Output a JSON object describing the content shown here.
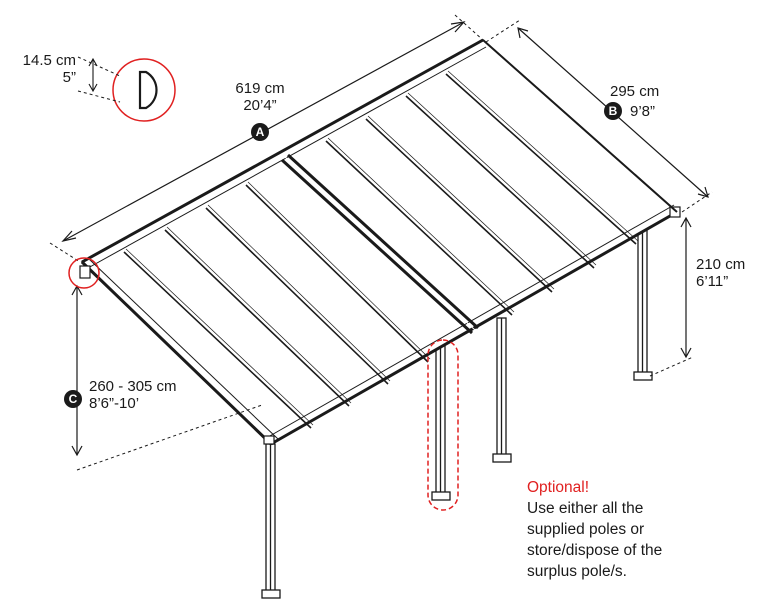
{
  "colors": {
    "outline": "#1a1a1a",
    "highlight": "#e02020",
    "panel": "#ffffff"
  },
  "dimensions": {
    "length": {
      "metric": "619 cm",
      "imperial": "20’4”",
      "badge": "A"
    },
    "depth": {
      "metric": "295 cm",
      "imperial": "9’8”",
      "badge": "B"
    },
    "wall_height": {
      "metric": "260 - 305 cm",
      "imperial": "8’6”-10’",
      "badge": "C"
    },
    "post_height": {
      "metric": "210 cm",
      "imperial": "6’11”"
    },
    "gutter": {
      "metric": "14.5 cm",
      "imperial": "5”"
    }
  },
  "note": {
    "title": "Optional!",
    "lines": [
      "Use either all the",
      "supplied poles or",
      "store/dispose of the",
      "surplus pole/s."
    ]
  }
}
